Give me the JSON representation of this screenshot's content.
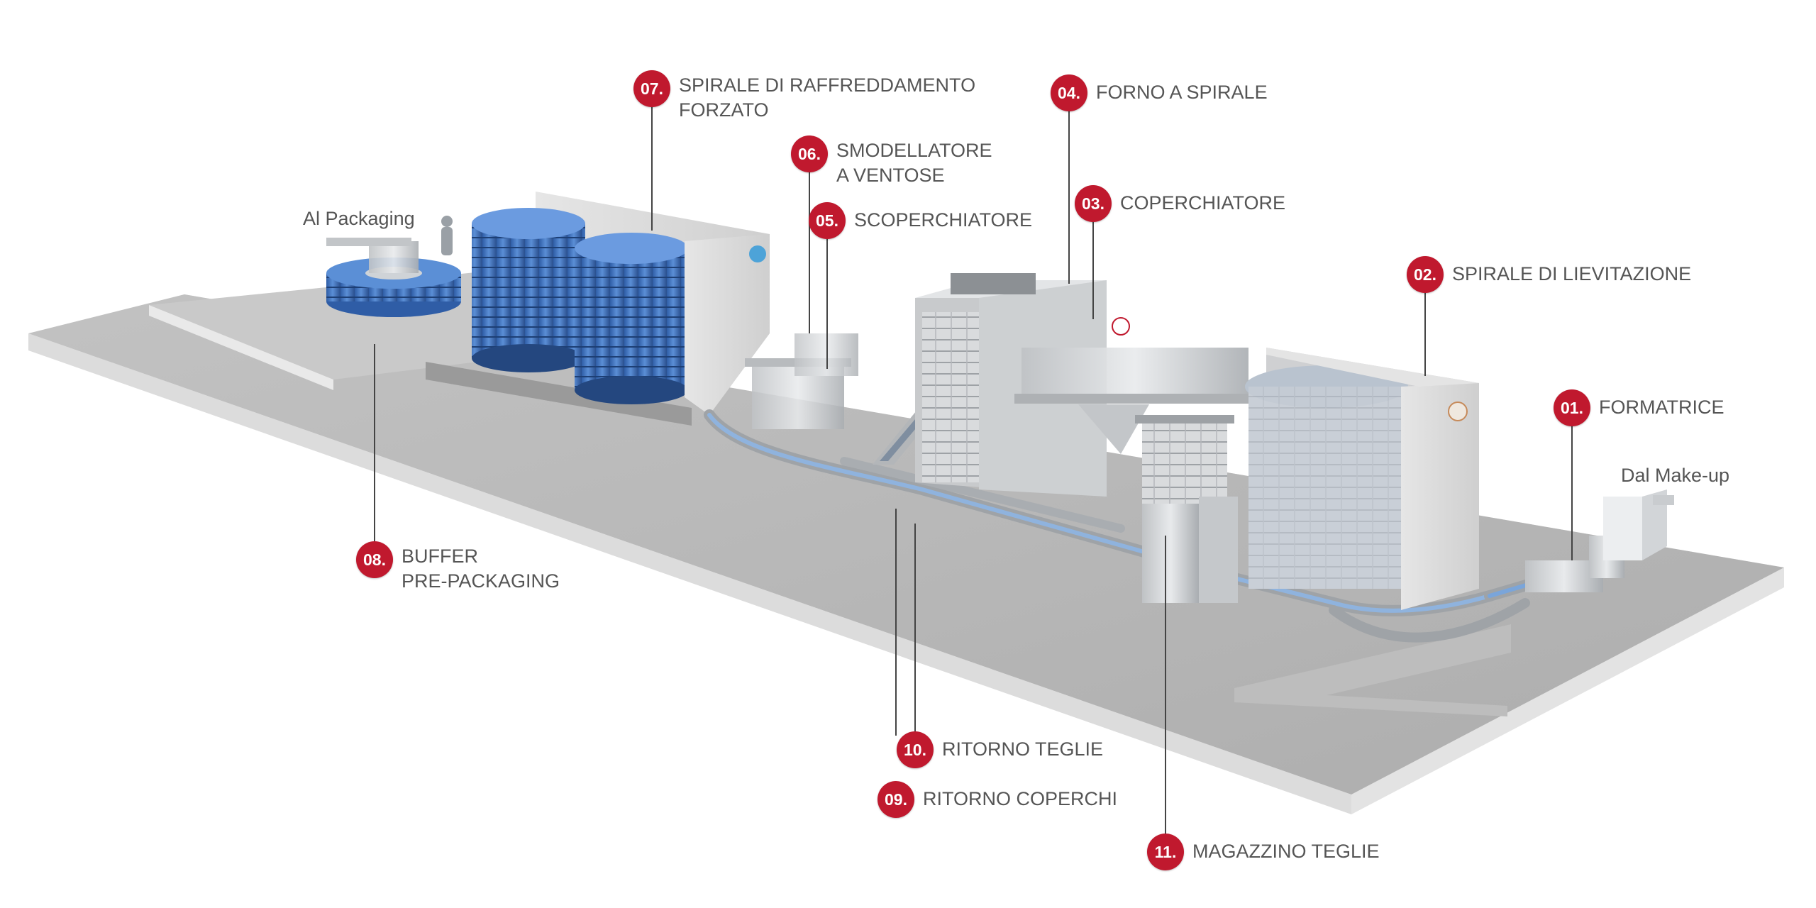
{
  "labels": {
    "al_packaging": "Al Packaging",
    "dal_makeup": "Dal Make-up"
  },
  "stations": [
    {
      "num": "01.",
      "lines": [
        "FORMATRICE"
      ]
    },
    {
      "num": "02.",
      "lines": [
        "SPIRALE DI LIEVITAZIONE"
      ]
    },
    {
      "num": "03.",
      "lines": [
        "COPERCHIATORE"
      ]
    },
    {
      "num": "04.",
      "lines": [
        "FORNO A SPIRALE"
      ]
    },
    {
      "num": "05.",
      "lines": [
        "SCOPERCHIATORE"
      ]
    },
    {
      "num": "06.",
      "lines": [
        "SMODELLATORE",
        "A VENTOSE"
      ]
    },
    {
      "num": "07.",
      "lines": [
        "SPIRALE DI RAFFREDDAMENTO",
        "FORZATO"
      ]
    },
    {
      "num": "08.",
      "lines": [
        "BUFFER",
        "PRE-PACKAGING"
      ]
    },
    {
      "num": "09.",
      "lines": [
        "RITORNO COPERCHI"
      ]
    },
    {
      "num": "10.",
      "lines": [
        "RITORNO TEGLIE"
      ]
    },
    {
      "num": "11.",
      "lines": [
        "MAGAZZINO TEGLIE"
      ]
    }
  ],
  "colors": {
    "badge": "#c0192e",
    "text": "#555555",
    "floor": "#b9b9b9",
    "spiral_blue": "#3f6fb6",
    "steel": "#d6d8da"
  }
}
